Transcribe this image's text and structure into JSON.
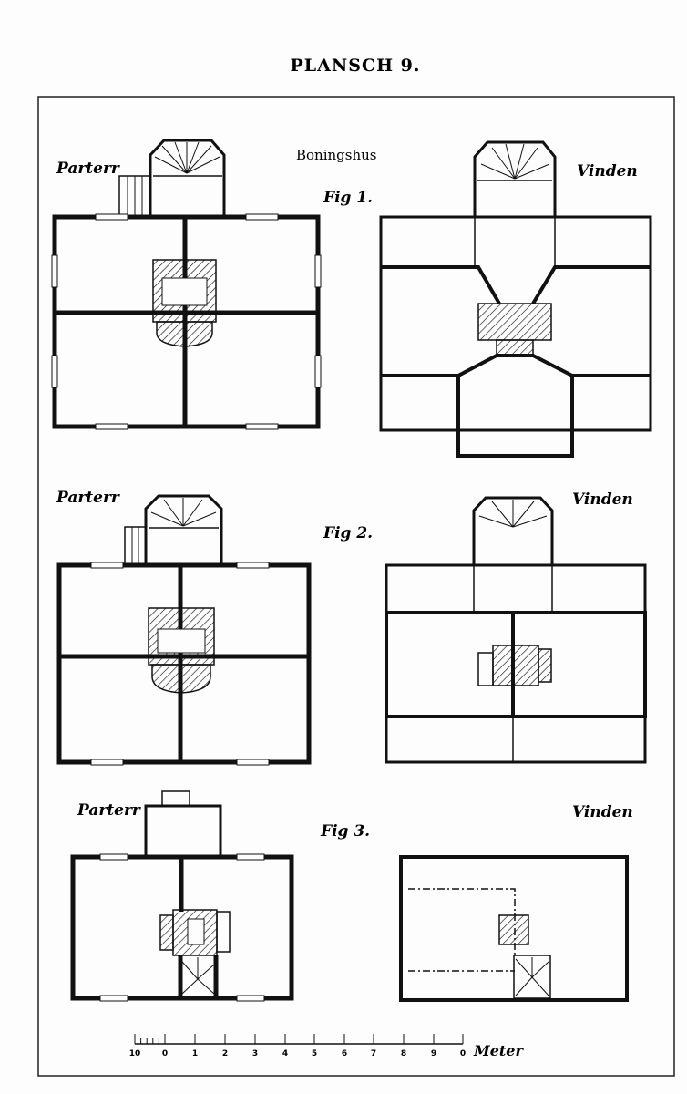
{
  "page_title": "PLANSCH 9.",
  "subtitle": "Boningshus",
  "figures": [
    {
      "label": "Fig 1.",
      "left_plan": "Parterr",
      "right_plan": "Vinden"
    },
    {
      "label": "Fig 2.",
      "left_plan": "Parterr",
      "right_plan": "Vinden"
    },
    {
      "label": "Fig 3.",
      "left_plan": "Parterr",
      "right_plan": "Vinden"
    }
  ],
  "scale_bar": {
    "ticks": [
      "10",
      "0",
      "1",
      "2",
      "3",
      "4",
      "5",
      "6",
      "7",
      "8",
      "9",
      "0"
    ],
    "unit": "Meter"
  }
}
